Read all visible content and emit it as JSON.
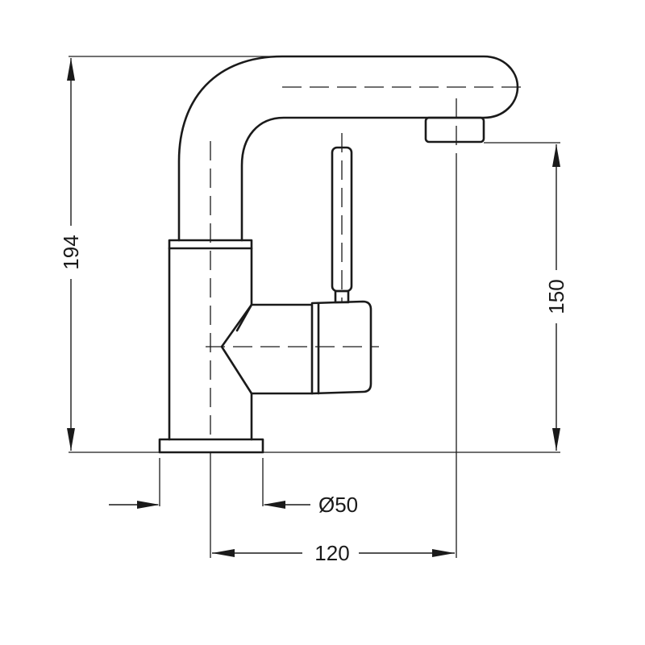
{
  "dimensions": {
    "overall_height": "194",
    "spout_height": "150",
    "base_diameter": "Ø50",
    "spout_reach": "120"
  }
}
